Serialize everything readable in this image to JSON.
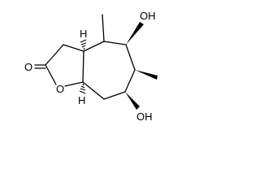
{
  "structure": {
    "type": "skeletal-formula",
    "atom_labels": {
      "hydroxyl_top": "OH",
      "hydroxyl_bottom": "OH",
      "carbonyl_oxygen": "O",
      "ring_oxygen": "O",
      "stereo_h_top": "H",
      "stereo_h_bottom": "H"
    },
    "colors": {
      "ink": "#000000",
      "background": "#ffffff"
    }
  }
}
